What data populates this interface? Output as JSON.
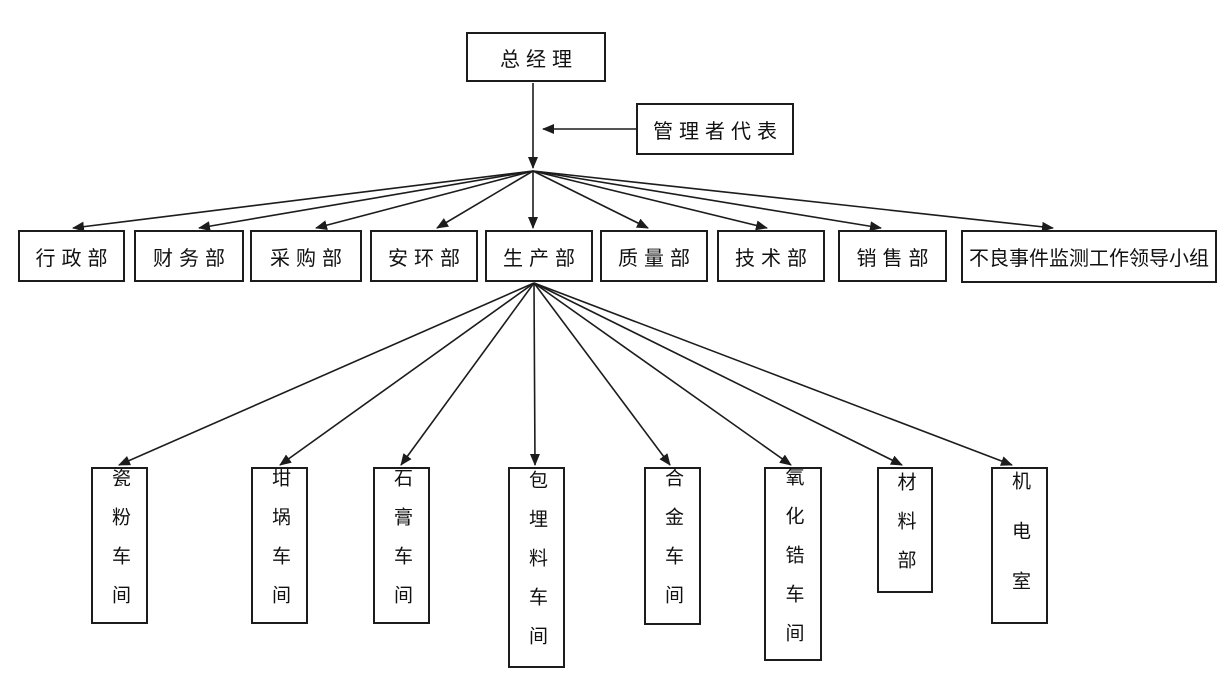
{
  "diagram": {
    "type": "org-chart",
    "line_color": "#1c1c1c",
    "box_background": "#ffffff",
    "root": "总经理",
    "representative": "管理者代表",
    "departments": [
      "行政部",
      "财务部",
      "采购部",
      "安环部",
      "生产部",
      "质量部",
      "技术部",
      "销售部",
      "不良事件监测工作领导小组"
    ],
    "production_children": [
      "瓷粉车间",
      "坩埚车间",
      "石膏车间",
      "包埋料车间",
      "合金车间",
      "氧化锆车间",
      "材料部",
      "机电室"
    ]
  }
}
